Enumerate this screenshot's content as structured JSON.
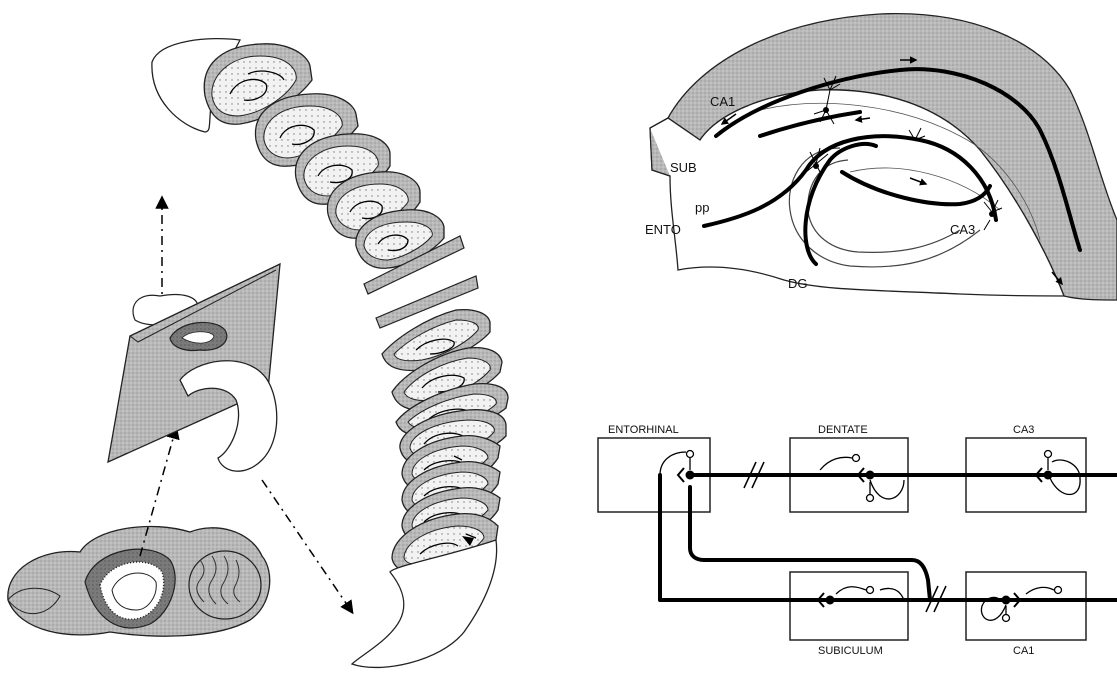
{
  "anatomy": {
    "labels": {
      "ca1": "CA1",
      "sub": "SUB",
      "pp": "pp",
      "ento": "ENTO",
      "ca3": "CA3",
      "dg": "DG"
    }
  },
  "circuit": {
    "boxes": {
      "entorhinal": "ENTORHINAL",
      "dentate": "DENTATE",
      "ca3": "CA3",
      "subiculum": "SUBICULUM",
      "ca1": "CA1"
    }
  },
  "colors": {
    "tissue_gray": "#bdbdbd",
    "dark_tissue": "#8a8a8a",
    "ink": "#000000",
    "background": "#ffffff"
  }
}
